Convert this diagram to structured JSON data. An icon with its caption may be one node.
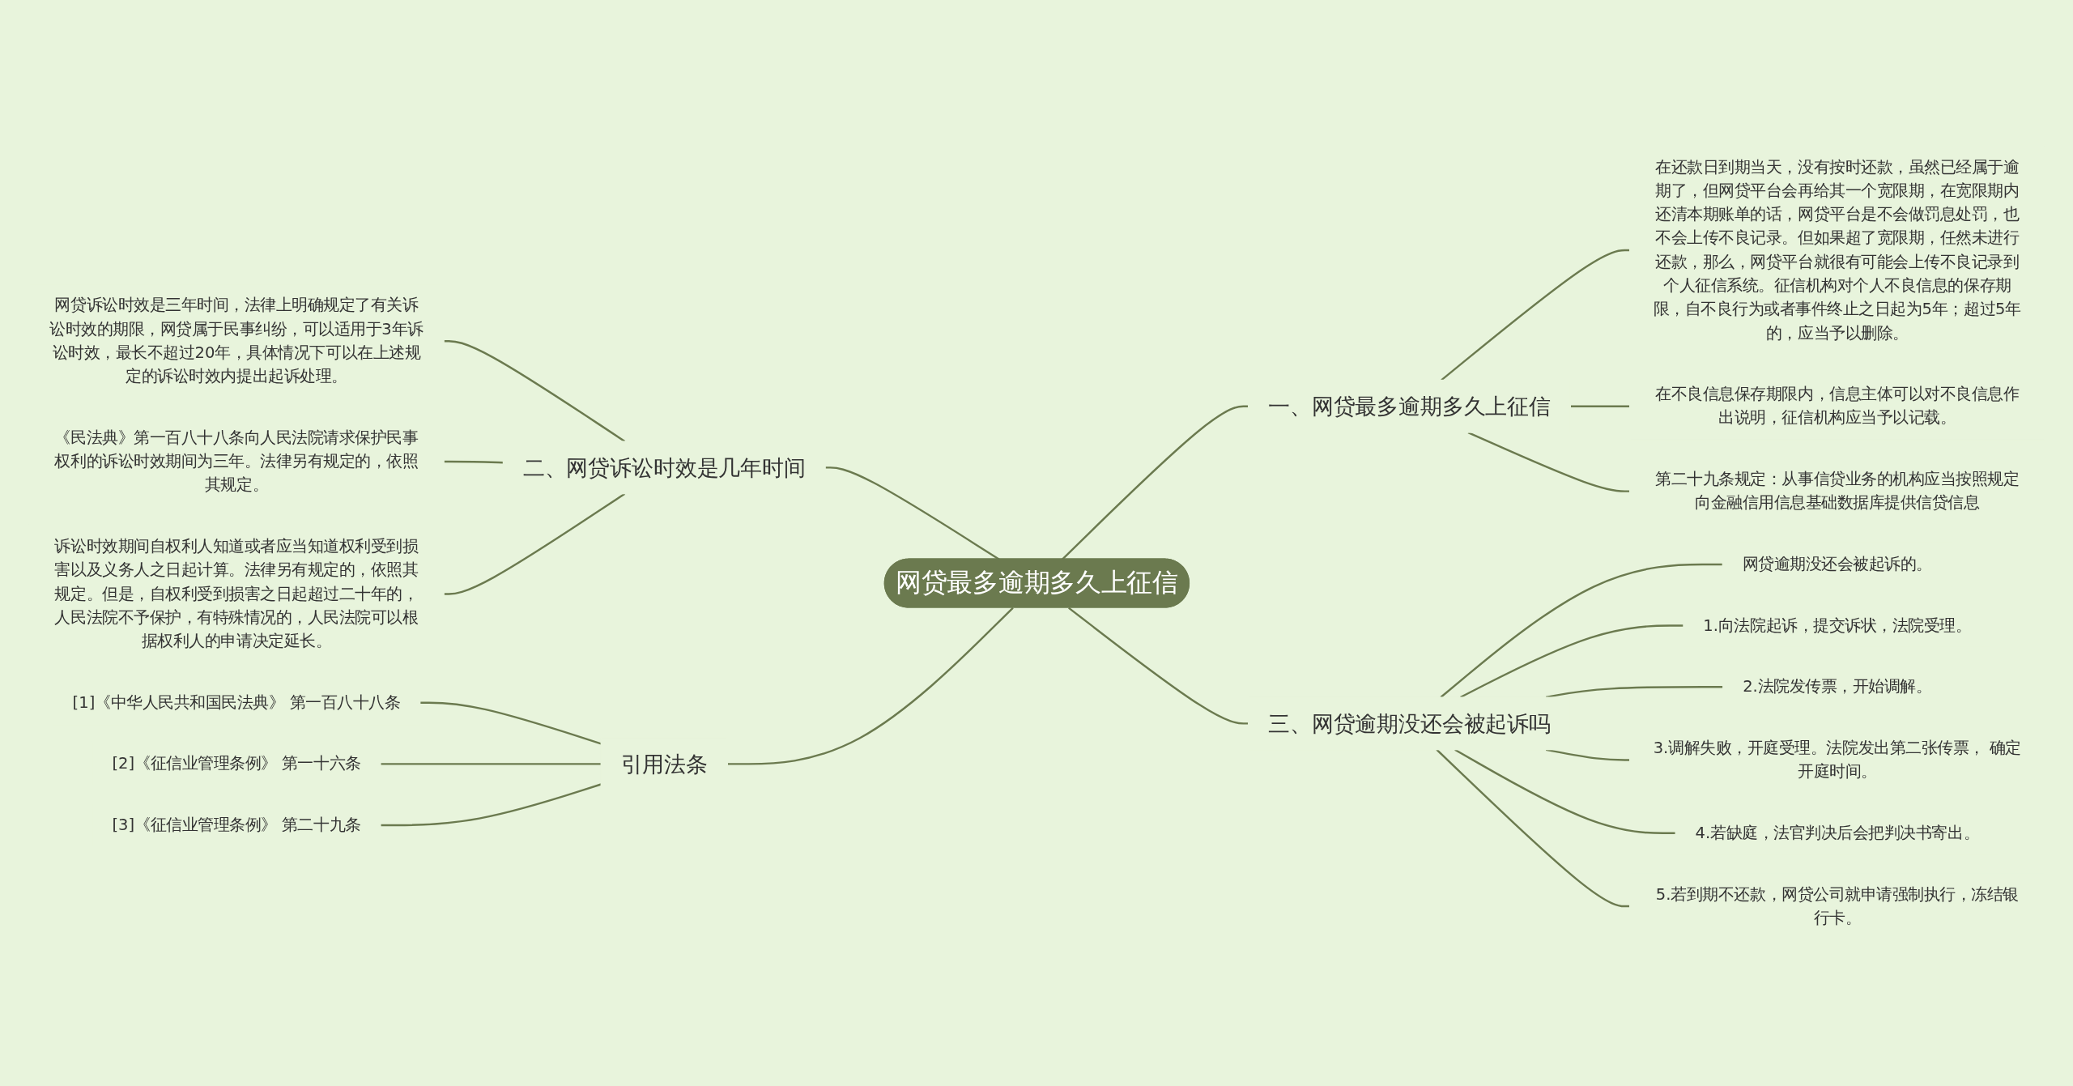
{
  "diagram": {
    "nodes": [
      {
        "text": [
          "网贷最多逾期多久上征信"
        ]
      },
      {
        "text": [
          "一、网贷最多逾期多久上征信"
        ]
      },
      {
        "text": [
          "在还款日到期当天，没有按时还款，虽然已经属于逾期了，但网贷平台会再给其一个宽限期，在宽限期内还清本期账单的话，网贷平台是不会做罚息处罚，也不会上传不良记录。但如果超了宽限期，任然未进行还款，那么，网贷平台就很有可能会上传不良记录到个人征信系统。征信机构对个人不良信息的保存期限，自不良行为或者事件终止之日起为5年；超过5年的，应当予以删除。"
        ]
      },
      {
        "text": [
          "在不良信息保存期限内，信息主体可以对不良信息作出说明，征信机构应当予以记载。"
        ]
      },
      {
        "text": [
          "第二十九条规定：从事信贷业务的机构应当按照规定向金融信用信息基础数据库提供信贷信息"
        ]
      },
      {
        "text": [
          "二、网贷诉讼时效是几年时间"
        ]
      },
      {
        "text": [
          "网贷诉讼时效是三年时间，法律上明确规定了有关诉讼时效的期限，网贷属于民事纠纷，可以适用于3年诉讼时效，最长不超过20年，具体情况下可以在上述规定的诉讼时效内提出起诉处理。"
        ]
      },
      {
        "text": [
          "《民法典》第一百八十八条向人民法院请求保护民事权利的诉讼时效期间为三年。法律另有规定的，依照其规定。"
        ]
      },
      {
        "text": [
          "诉讼时效期间自权利人知道或者应当知道权利受到损害以及义务人之日起计算。法律另有规定的，依照其规定。但是，自权利受到损害之日起超过二十年的，人民法院不予保护，有特殊情况的，人民法院可以根据权利人的申请决定延长。"
        ]
      },
      {
        "text": [
          "三、网贷逾期没还会被起诉吗"
        ]
      },
      {
        "text": [
          "网贷逾期没还会被起诉的。"
        ]
      },
      {
        "text": [
          "1.向法院起诉，提交诉状，法院受理。"
        ]
      },
      {
        "text": [
          "2.法院发传票，开始调解。"
        ]
      },
      {
        "text": [
          "3.调解失败，开庭受理。法院发出第二张传票， 确定开庭时间。"
        ]
      },
      {
        "text": [
          "4.若缺庭，法官判决后会把判决书寄出。"
        ]
      },
      {
        "text": [
          "5.若到期不还款，网贷公司就申请强制执行，冻结银行卡。"
        ]
      },
      {
        "text": [
          "引用法条"
        ]
      },
      {
        "text": [
          "[1]《中华人民共和国民法典》 第一百八十八条"
        ]
      },
      {
        "text": [
          "[2]《征信业管理条例》 第一十六条"
        ]
      },
      {
        "text": [
          "[3]《征信业管理条例》 第二十九条"
        ]
      }
    ],
    "edges": [
      {
        "from": 0,
        "to": 1,
        "arrow": "none"
      },
      {
        "from": 1,
        "to": 2,
        "arrow": "none"
      },
      {
        "from": 1,
        "to": 3,
        "arrow": "none"
      },
      {
        "from": 1,
        "to": 4,
        "arrow": "none"
      },
      {
        "from": 0,
        "to": 5,
        "arrow": "none"
      },
      {
        "from": 5,
        "to": 6,
        "arrow": "none"
      },
      {
        "from": 5,
        "to": 7,
        "arrow": "none"
      },
      {
        "from": 5,
        "to": 8,
        "arrow": "none"
      },
      {
        "from": 0,
        "to": 9,
        "arrow": "none"
      },
      {
        "from": 9,
        "to": 10,
        "arrow": "none"
      },
      {
        "from": 9,
        "to": 11,
        "arrow": "none"
      },
      {
        "from": 9,
        "to": 12,
        "arrow": "none"
      },
      {
        "from": 9,
        "to": 13,
        "arrow": "none"
      },
      {
        "from": 9,
        "to": 14,
        "arrow": "none"
      },
      {
        "from": 9,
        "to": 15,
        "arrow": "none"
      },
      {
        "from": 0,
        "to": 16,
        "arrow": "none"
      },
      {
        "from": 16,
        "to": 17,
        "arrow": "none"
      },
      {
        "from": 16,
        "to": 18,
        "arrow": "none"
      },
      {
        "from": 16,
        "to": 19,
        "arrow": "none"
      }
    ]
  }
}
